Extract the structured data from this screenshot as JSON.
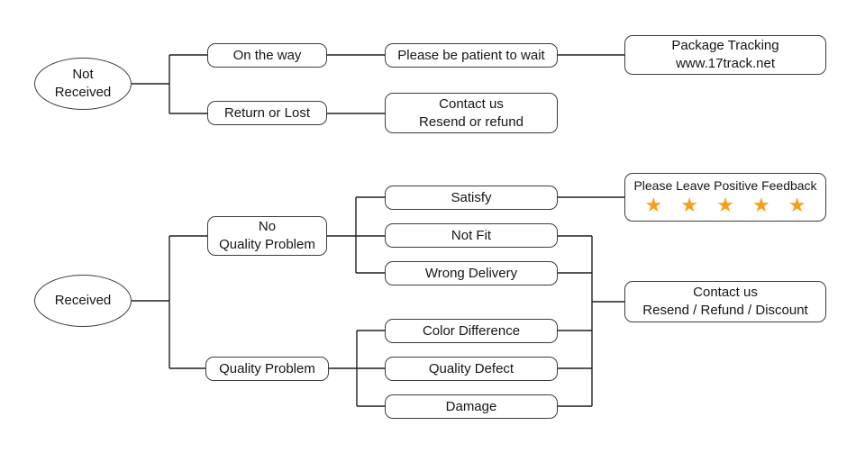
{
  "diagram_title": "Package delivery customer-service flowchart",
  "colors": {
    "star": "#F6A01A",
    "line": "#1F1F1F",
    "node-border": "#3D3D3D",
    "node-bg": "#FFFFFF",
    "text": "#151515",
    "canvas-bg": "#FFFFFF"
  },
  "nodes": {
    "not_received": {
      "line1": "Not",
      "line2": "Received"
    },
    "received": {
      "label": "Received"
    },
    "on_the_way": {
      "label": "On the way"
    },
    "return_or_lost": {
      "label": "Return or Lost"
    },
    "be_patient": {
      "label": "Please be patient to wait"
    },
    "contact_resend_refund": {
      "line1": "Contact us",
      "line2": "Resend or refund"
    },
    "package_tracking": {
      "line1": "Package Tracking",
      "line2": "www.17track.net"
    },
    "no_quality_problem": {
      "line1": "No",
      "line2": "Quality Problem"
    },
    "quality_problem": {
      "label": "Quality Problem"
    },
    "satisfy": {
      "label": "Satisfy"
    },
    "not_fit": {
      "label": "Not Fit"
    },
    "wrong_delivery": {
      "label": "Wrong Delivery"
    },
    "color_difference": {
      "label": "Color Difference"
    },
    "quality_defect": {
      "label": "Quality Defect"
    },
    "damage": {
      "label": "Damage"
    },
    "positive_feedback": {
      "title": "Please Leave Positive Feedback",
      "stars": "★ ★ ★ ★ ★",
      "star_count": 5
    },
    "contact_resend_refund_discount": {
      "line1": "Contact us",
      "line2": "Resend / Refund / Discount"
    }
  },
  "edges": [
    [
      "not_received",
      "on_the_way"
    ],
    [
      "not_received",
      "return_or_lost"
    ],
    [
      "on_the_way",
      "be_patient"
    ],
    [
      "be_patient",
      "package_tracking"
    ],
    [
      "return_or_lost",
      "contact_resend_refund"
    ],
    [
      "received",
      "no_quality_problem"
    ],
    [
      "received",
      "quality_problem"
    ],
    [
      "no_quality_problem",
      "satisfy"
    ],
    [
      "no_quality_problem",
      "not_fit"
    ],
    [
      "no_quality_problem",
      "wrong_delivery"
    ],
    [
      "satisfy",
      "positive_feedback"
    ],
    [
      "quality_problem",
      "color_difference"
    ],
    [
      "quality_problem",
      "quality_defect"
    ],
    [
      "quality_problem",
      "damage"
    ],
    [
      "not_fit",
      "contact_resend_refund_discount"
    ],
    [
      "wrong_delivery",
      "contact_resend_refund_discount"
    ],
    [
      "color_difference",
      "contact_resend_refund_discount"
    ],
    [
      "quality_defect",
      "contact_resend_refund_discount"
    ],
    [
      "damage",
      "contact_resend_refund_discount"
    ]
  ]
}
